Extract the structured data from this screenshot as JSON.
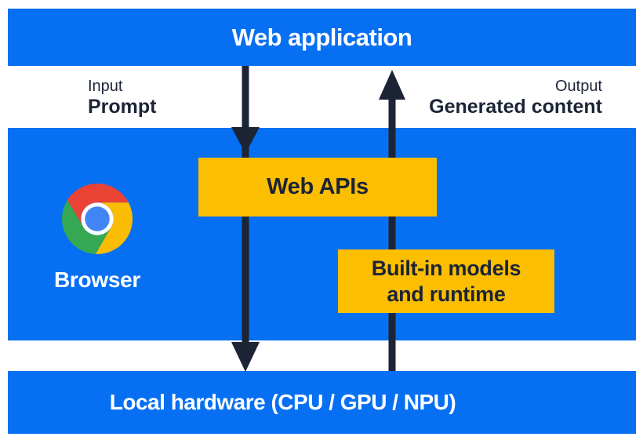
{
  "layers": {
    "web_application": "Web application",
    "browser": "Browser",
    "web_apis": "Web APIs",
    "builtin_models_line1": "Built-in models",
    "builtin_models_line2": "and runtime",
    "local_hardware": "Local hardware (CPU / GPU / NPU)"
  },
  "flow": {
    "input_caption": "Input",
    "input_value": "Prompt",
    "output_caption": "Output",
    "output_value": "Generated content"
  },
  "icons": {
    "chrome_logo": "chrome-browser-logo",
    "down_arrow": "input-flow-down-arrow",
    "up_arrow": "output-flow-up-arrow"
  },
  "colors": {
    "band_blue": "#0770f2",
    "box_yellow": "#fcbe00",
    "arrow_dark": "#1c2436",
    "text_light": "#ffffff",
    "chrome_red": "#ea4335",
    "chrome_yellow": "#fbbc04",
    "chrome_green": "#34a853",
    "chrome_blue": "#4285f4"
  }
}
